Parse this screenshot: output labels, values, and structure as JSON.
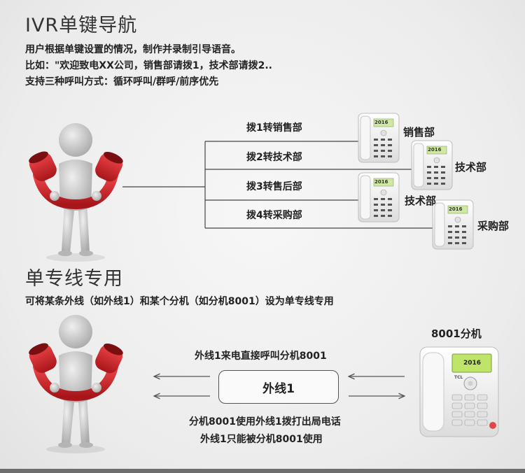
{
  "ivr": {
    "title": "IVR单键导航",
    "desc": [
      "用户根据单键设置的情况，制作并录制引导语音。",
      "比如：\"欢迎致电XX公司，销售部请拨1，技术部请拨2..",
      "支持三种呼叫方式：循环呼叫/群呼/前序优先"
    ],
    "routes": [
      "拨1转销售部",
      "拨2转技术部",
      "拨3转售后部",
      "拨4转采购部"
    ],
    "departments": [
      "销售部",
      "技术部",
      "技术部",
      "采购部"
    ],
    "phone_display": "2016"
  },
  "dedicated": {
    "title": "单专线专用",
    "desc": "可将某条外线（如外线1）和某个分机（如分机8001）设为单专线专用",
    "extension_label": "8001分机",
    "incoming_caption": "外线1来电直接呼叫分机8001",
    "line_box": "外线1",
    "outgoing_caption": [
      "分机8001使用外线1拨打出局电话",
      "外线1只能被分机8001使用"
    ],
    "phone_display": "2016",
    "phone_brand": "TCL"
  },
  "colors": {
    "receiver_red": "#d8252a",
    "figure_gray": "#c8c8c8",
    "line": "#444444"
  }
}
